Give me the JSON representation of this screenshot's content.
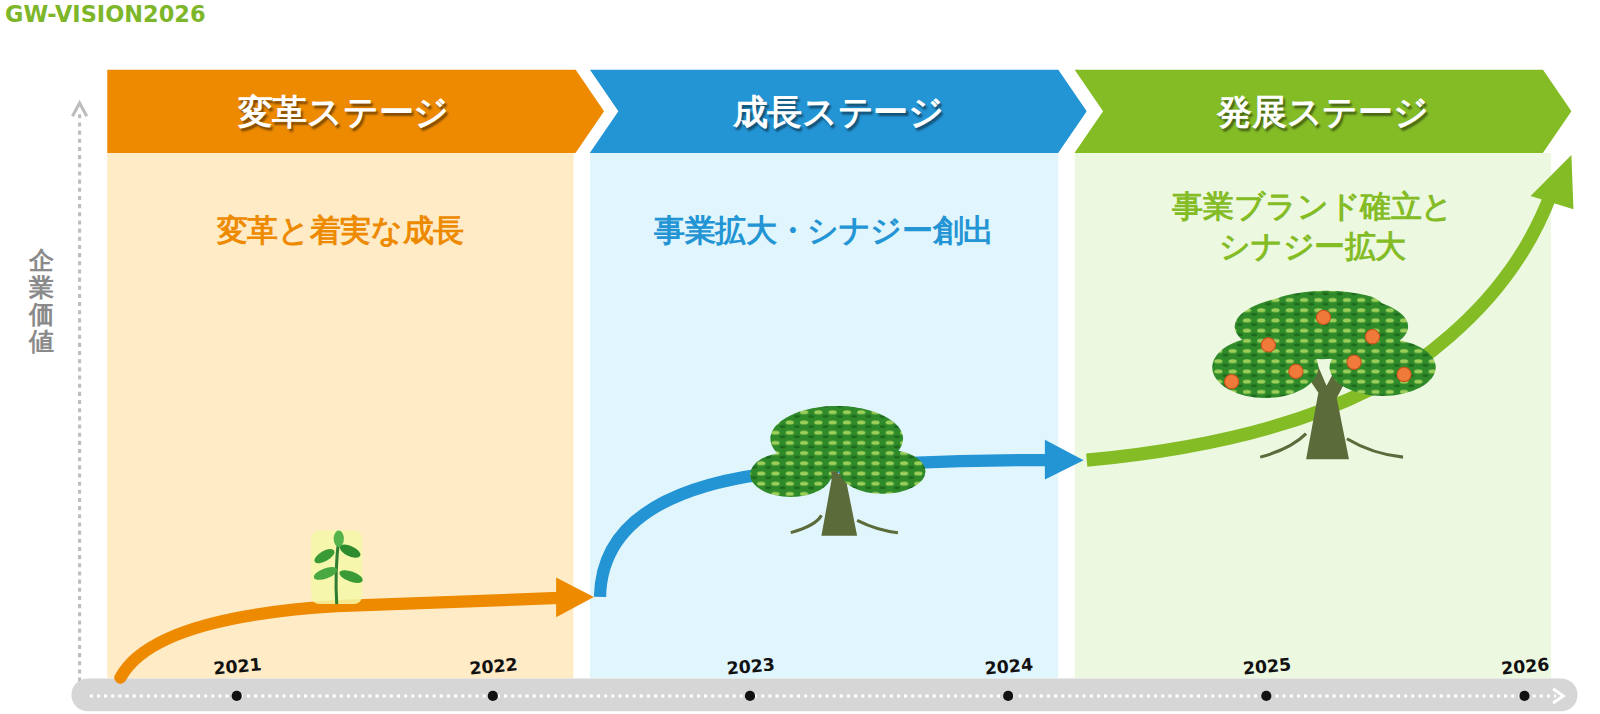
{
  "diagram": {
    "title": "GW-VISION2026",
    "nodes": [
      {
        "text": [
          "変革ステージ",
          "変革と着実な成長"
        ]
      },
      {
        "text": [
          "成長ステージ",
          "事業拡大・シナジー創出"
        ]
      },
      {
        "text": [
          "発展ステージ",
          "事業ブランド確立と シナジー拡大"
        ]
      }
    ],
    "labels": [
      "企業価値",
      "2021",
      "2022",
      "2023",
      "2024",
      "2025",
      "2026"
    ]
  }
}
